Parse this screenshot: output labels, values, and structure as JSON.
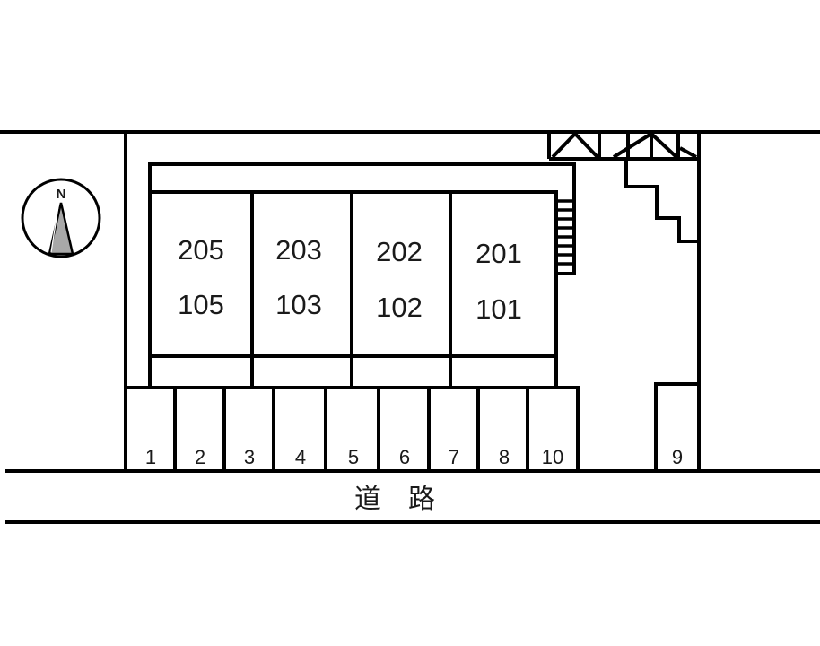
{
  "compass": {
    "label": "N",
    "icon": "north-arrow-icon"
  },
  "building": {
    "units": [
      {
        "upper": "205",
        "lower": "105"
      },
      {
        "upper": "203",
        "lower": "103"
      },
      {
        "upper": "202",
        "lower": "102"
      },
      {
        "upper": "201",
        "lower": "101"
      }
    ]
  },
  "parking": {
    "spaces": [
      "1",
      "2",
      "3",
      "4",
      "5",
      "6",
      "7",
      "8",
      "10"
    ],
    "separate_space": "9"
  },
  "road": {
    "label": "道　路"
  },
  "colors": {
    "line": "#000000",
    "background": "#ffffff",
    "compass_fill": "#a8a8a8"
  }
}
